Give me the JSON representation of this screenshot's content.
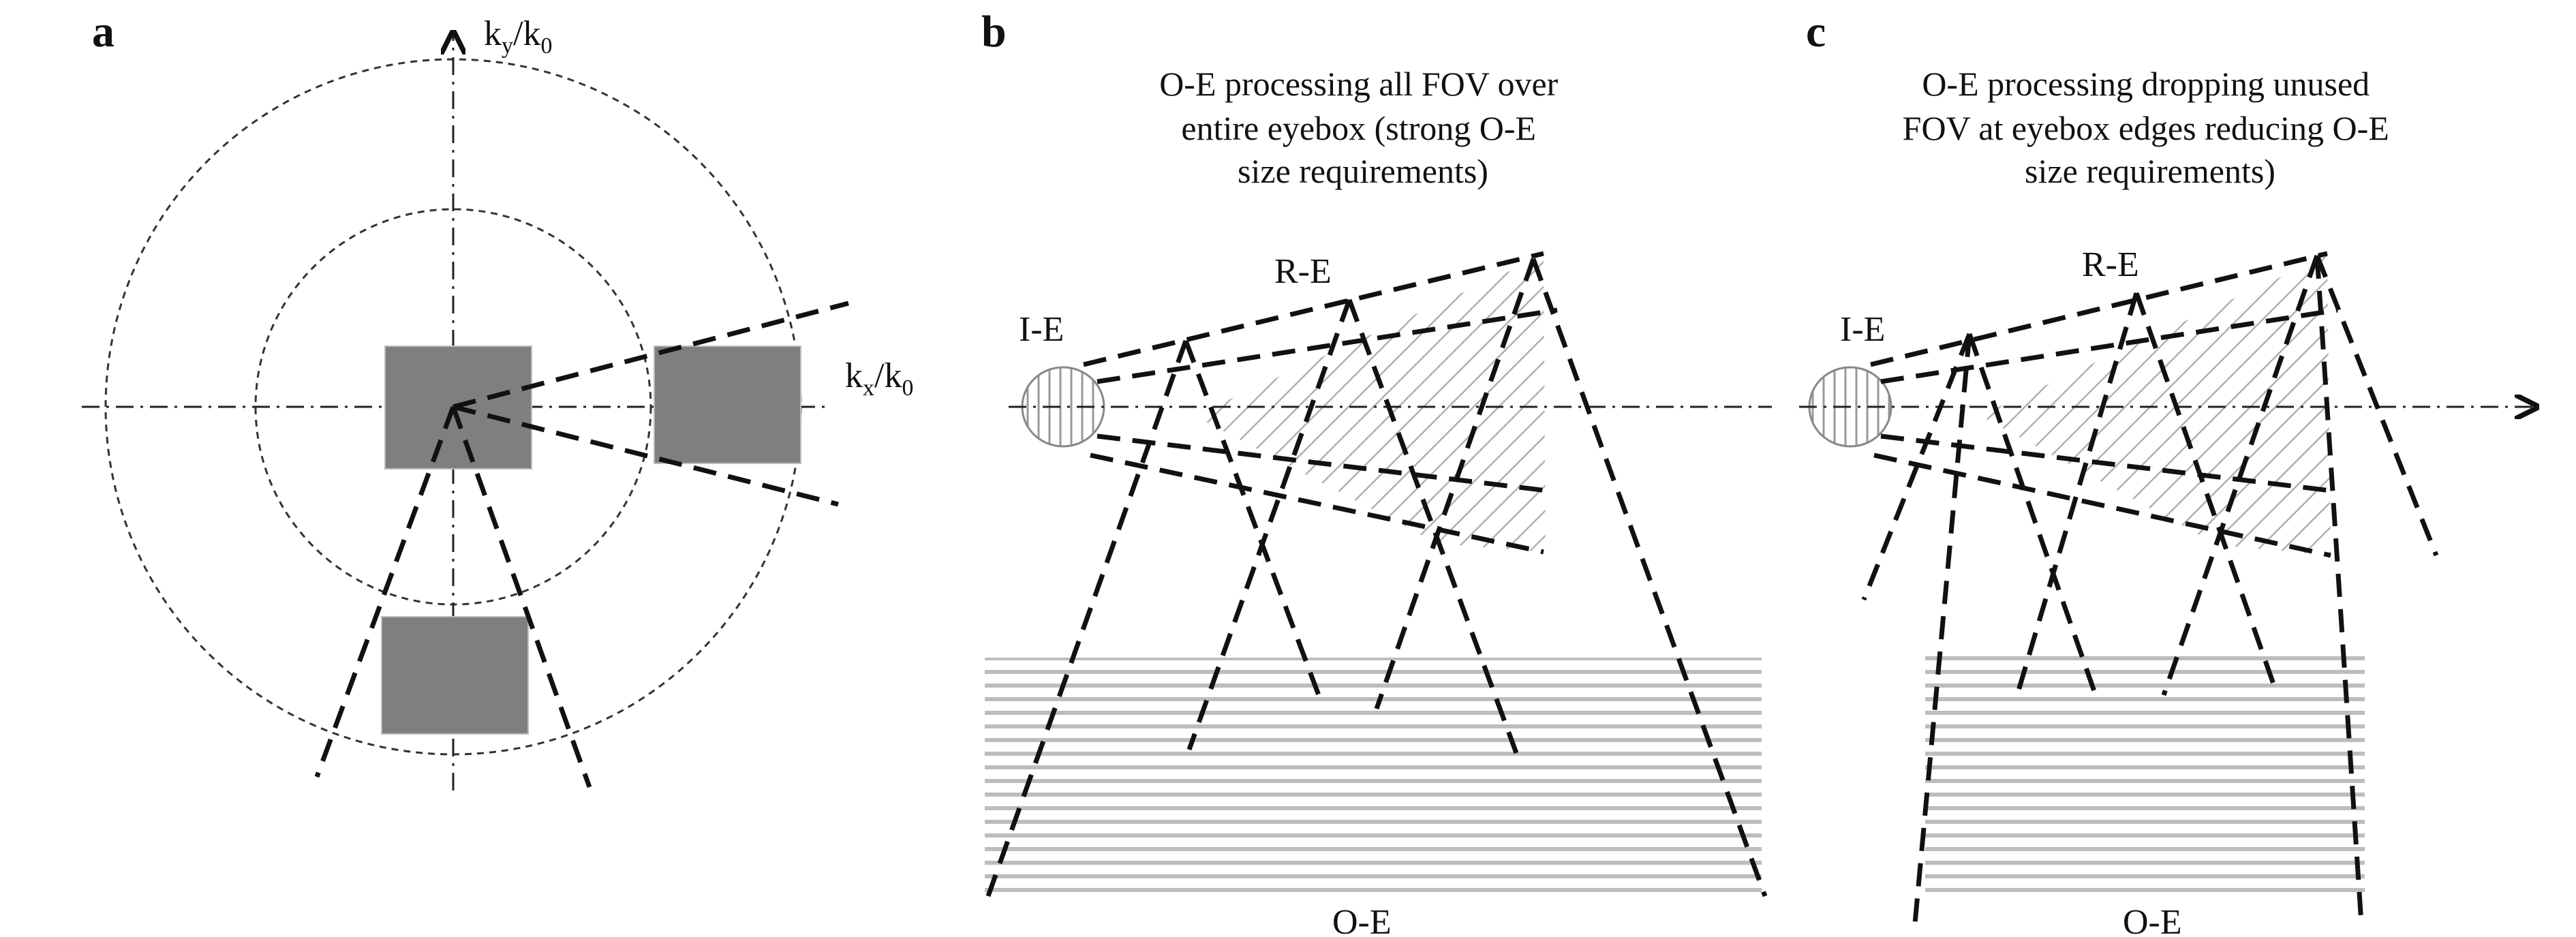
{
  "panels": {
    "a": {
      "letter": "a",
      "ky_label": {
        "main": "k",
        "sub1": "y",
        "mid": "/k",
        "sub2": "0"
      },
      "kx_label": {
        "main": "k",
        "sub1": "x",
        "mid": "/k",
        "sub2": "0"
      }
    },
    "b": {
      "letter": "b",
      "caption": [
        "O-E processing all FOV over",
        "entire eyebox (strong O-E",
        "size requirements)"
      ],
      "ie_label": "I-E",
      "re_label": "R-E",
      "oe_label": "O-E"
    },
    "c": {
      "letter": "c",
      "caption": [
        "O-E processing dropping unused",
        "FOV at eyebox edges reducing O-E",
        "size requirements)"
      ],
      "ie_label": "I-E",
      "re_label": "R-E",
      "oe_label": "O-E"
    }
  },
  "colors": {
    "squares": "#7f7f7f",
    "lines": "#111111",
    "hatch": "#b8b8b8",
    "background": "#ffffff"
  }
}
